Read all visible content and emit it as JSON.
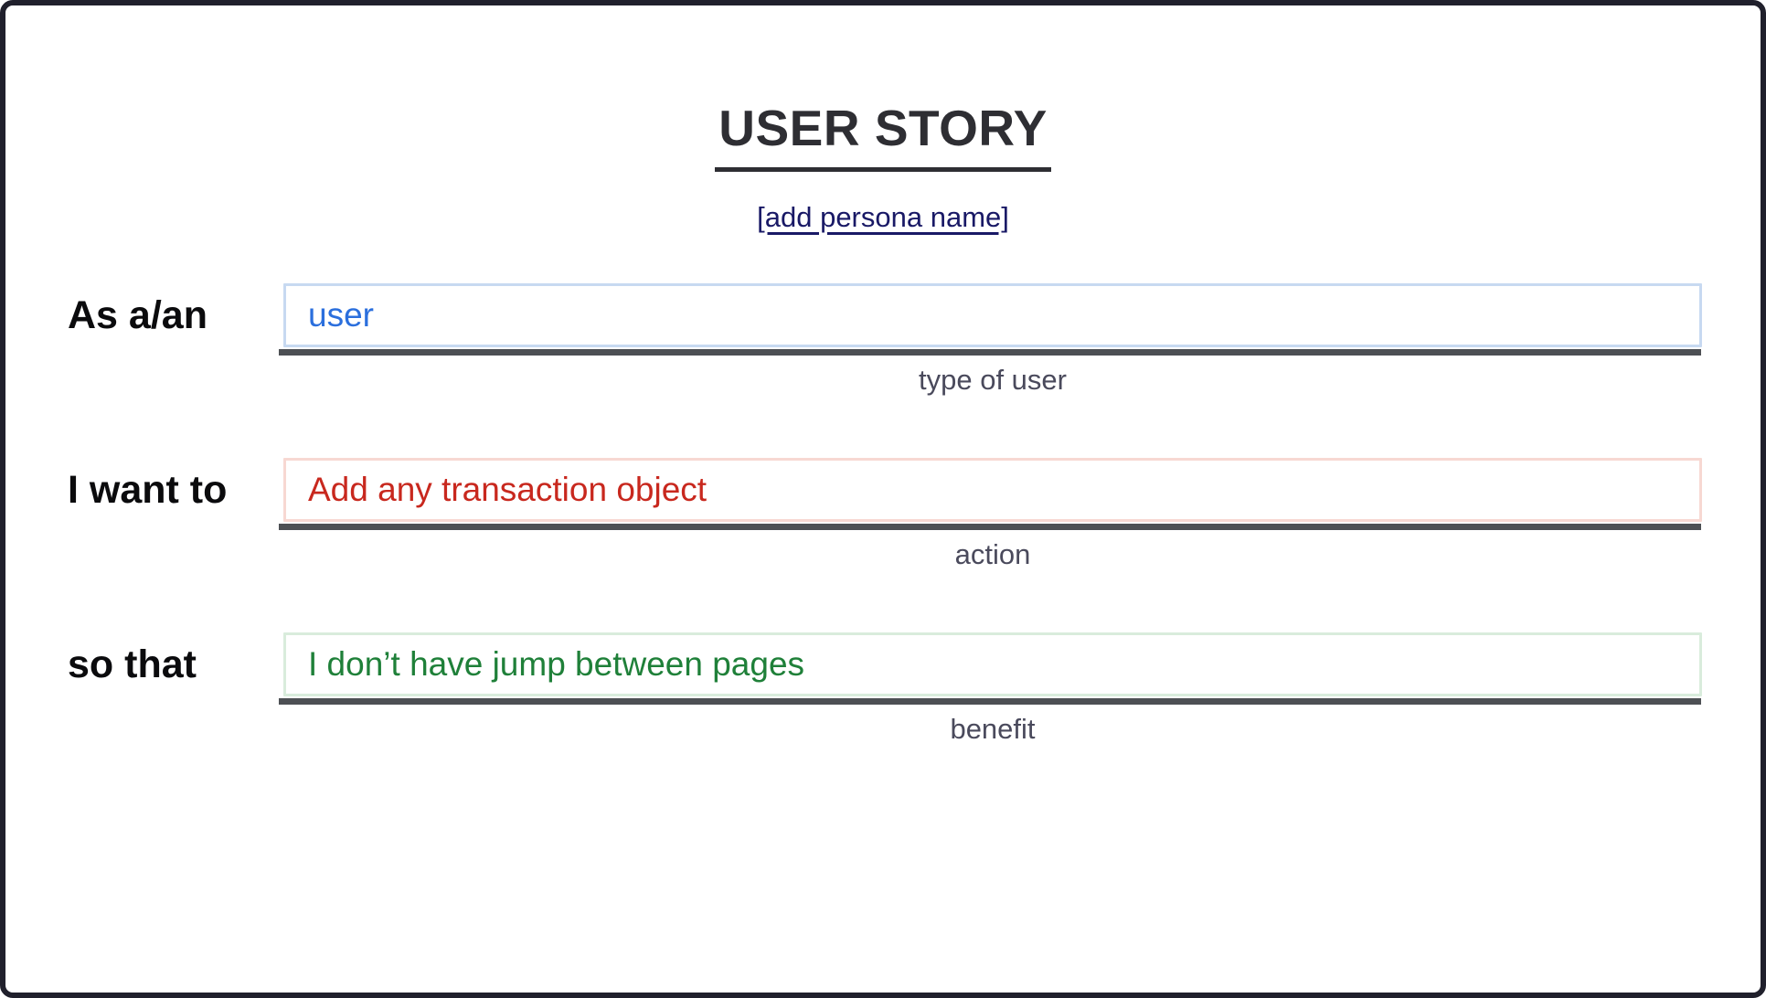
{
  "header": {
    "title": "USER STORY",
    "persona_link_label": "[add persona name]"
  },
  "rows": [
    {
      "label": "As a/an",
      "value": "user",
      "caption": "type of user",
      "value_color": "#2b6fdd",
      "border_color": "#c7d9f1"
    },
    {
      "label": "I want to",
      "value": "Add any transaction object",
      "caption": "action",
      "value_color": "#c8281e",
      "border_color": "#f7d8d2"
    },
    {
      "label": "so that",
      "value": "I don’t have jump between pages",
      "caption": "benefit",
      "value_color": "#1f8039",
      "border_color": "#d9ecdc"
    }
  ],
  "colors": {
    "title_text": "#2e2e33",
    "persona_link": "#191966",
    "label_text": "#0b0b0d",
    "caption_text": "#4a4a5c",
    "field_shadow_bar": "#4d5054",
    "page_border": "#20202c",
    "background": "#ffffff"
  }
}
